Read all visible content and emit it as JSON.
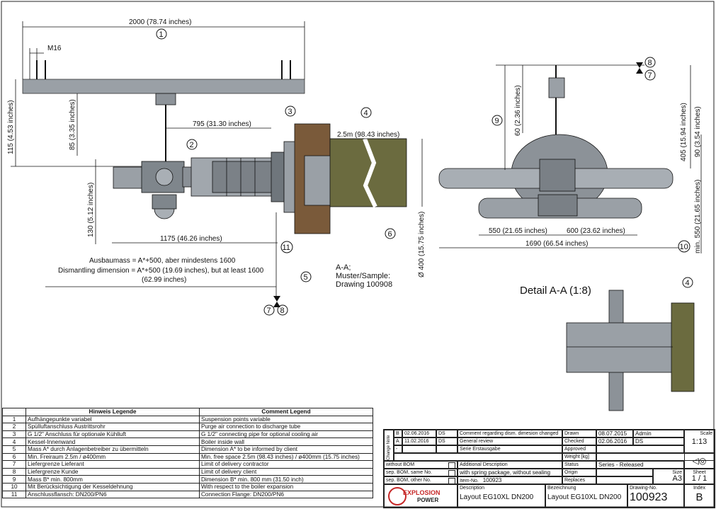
{
  "drawing": {
    "dims": {
      "length_2000": "2000 (78.74 inches)",
      "m16": "M16",
      "d115": "115 (4.53 inches)",
      "d85": "85 (3.35 inches)",
      "d795": "795 (31.30 inches)",
      "d130": "130 (5.12 inches)",
      "d1175": "1175 (46.26 inches)",
      "d25m": "2.5m (98.43 inches)",
      "d400": "Ø 400 (15.75 inches)",
      "d60": "60 (2.36 inches)",
      "d405": "405 (15.94 inches)",
      "d90": "90 (3.54 inches)",
      "d550v": "min. 550 (21.65 inches)",
      "d550": "550 (21.65 inches)",
      "d600": "600 (23.62 inches)",
      "d1690": "1690 (66.54 inches)"
    },
    "notes": {
      "ausbau_de": "Ausbaumass = A*+500, aber mindestens 1600",
      "ausbau_en": "Dismantling dimension = A*+500 (19.69 inches), but at least 1600",
      "ausbau_en2": "(62.99 inches)",
      "aa1": "A-A;",
      "aa2": "Muster/Sample:",
      "aa3": "Drawing 100908",
      "detail": "Detail A-A (1:8)"
    },
    "balloons": [
      "1",
      "2",
      "3",
      "4",
      "5",
      "6",
      "7",
      "8",
      "9",
      "10",
      "11"
    ]
  },
  "legend": {
    "head_de": "Hinweis Legende",
    "head_en": "Comment Legend",
    "rows": [
      {
        "n": "1",
        "de": "Aufhängepunkte variabel",
        "en": "Suspension points variable"
      },
      {
        "n": "2",
        "de": "Spülluftanschluss Austrittsrohr",
        "en": "Purge air connection to discharge tube"
      },
      {
        "n": "3",
        "de": "G 1/2\" Anschluss für optionale Kühlluft",
        "en": "G 1/2\" connecting pipe for optional cooling air"
      },
      {
        "n": "4",
        "de": "Kessel-Innenwand",
        "en": "Boiler inside wall"
      },
      {
        "n": "5",
        "de": "Mass A* durch Anlagenbetreiber zu übermitteln",
        "en": "Dimension A* to be informed by client"
      },
      {
        "n": "6",
        "de": "Min. Freiraum 2.5m / ø400mm",
        "en": "Min. free space 2.5m (98.43 inches) / ø400mm (15.75 inches)"
      },
      {
        "n": "7",
        "de": "Liefergrenze Lieferant",
        "en": "Limit of delivery contractor"
      },
      {
        "n": "8",
        "de": "Liefergrenze Kunde",
        "en": "Limit of delivery client"
      },
      {
        "n": "9",
        "de": "Mass B* min. 800mm",
        "en": "Dimension B* min. 800 mm (31.50 inch)"
      },
      {
        "n": "10",
        "de": "Mit Berücksichtigung der Kesseldehnung",
        "en": "With respect to the boiler expansion"
      },
      {
        "n": "11",
        "de": "Anschlussflansch: DN200/PN6",
        "en": "Connection Flange: DN200/PN6"
      }
    ]
  },
  "titleblock": {
    "change_note": "Change Note",
    "rev_b": "B",
    "rev_b_date": "02.06.2016",
    "rev_b_by": "DS",
    "rev_b_text": "Comment regarding dism. dimesion changed",
    "rev_a": "A",
    "rev_a_date": "11.02.2016",
    "rev_a_by": "DS",
    "rev_a_text": "General review",
    "rev_0": "-",
    "rev_0_text": "Serie Erstausgabe",
    "drawn_l": "Drawn",
    "drawn_d": "08.07.2015",
    "drawn_n": "Admin",
    "checked_l": "Checked",
    "checked_d": "02.06.2016",
    "checked_n": "DS",
    "approved_l": "Approved",
    "weight_l": "Weight [kg]",
    "status_l": "Status",
    "status_v": "Series - Released",
    "origin_l": "Origin",
    "replaces_l": "Replaces",
    "scale_l": "Scale",
    "scale_v": "1:13",
    "size_l": "Size",
    "size_v": "A3",
    "sheet_l": "Sheet",
    "sheet_v": "1 / 1",
    "without_bom": "without BOM",
    "sep_bom_same": "sep. BOM, same No.",
    "sep_bom_other": "sep. BOM, other No.",
    "add_desc_l": "Additional Description",
    "add_desc_v": "with spring package, without sealing",
    "item_l": "Item-No.",
    "item_v": "100923",
    "desc_l": "Description",
    "desc_v": "Layout EG10XL DN200",
    "bez_l": "Bezeichnung",
    "bez_v": "Layout EG10XL DN200",
    "drwno_l": "Drawing-No.",
    "drwno_v": "100923",
    "index_l": "Index",
    "index_v": "B",
    "logo_1": "EXPLOSION",
    "logo_2": "POWER"
  }
}
